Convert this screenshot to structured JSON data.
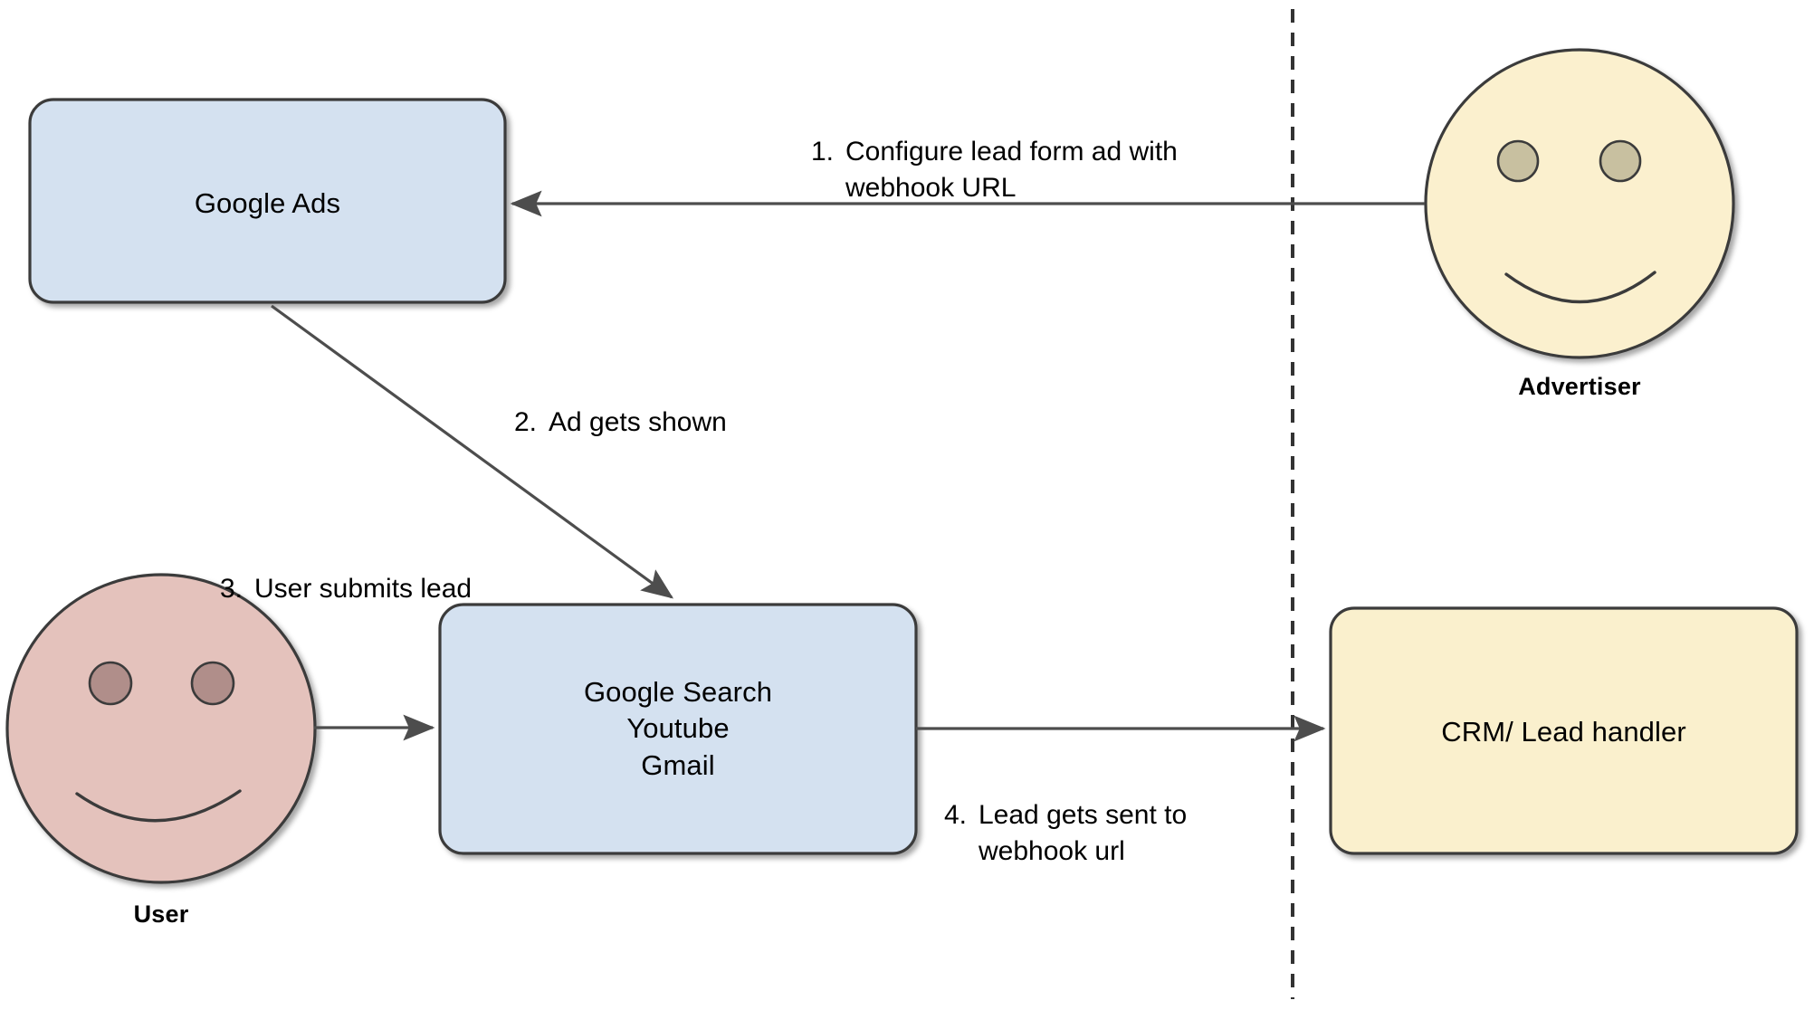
{
  "diagram": {
    "title": "Google Ads lead form webhook flow",
    "background": "#ffffff",
    "divider": {
      "name": "google-boundary-divider",
      "style": "dashed",
      "color": "#333333"
    },
    "colors": {
      "box_blue_fill": "#D4E1F0",
      "box_blue_stroke": "#3A3A3A",
      "box_cream_fill": "#FAF0CD",
      "box_cream_stroke": "#3A3A3A",
      "actor_cream_fill": "#FBF0CE",
      "actor_cream_eye": "#C8C0A0",
      "actor_pink_fill": "#E4C2BC",
      "actor_pink_eye": "#B08E8A",
      "edge_stroke": "#4D4D4D",
      "text": "#000000"
    }
  },
  "nodes": {
    "google_ads": {
      "label": "Google Ads",
      "shape": "rounded-rectangle",
      "fill": "#D4E1F0"
    },
    "google_surfaces": {
      "label": "Google Search\nYoutube\nGmail",
      "lines": [
        "Google Search",
        "Youtube",
        "Gmail"
      ],
      "shape": "rounded-rectangle",
      "fill": "#D4E1F0"
    },
    "crm": {
      "label": "CRM/ Lead handler",
      "shape": "rounded-rectangle",
      "fill": "#FAF0CD"
    },
    "advertiser": {
      "label": "Advertiser",
      "shape": "actor-smiley",
      "fill": "#FBF0CE"
    },
    "user": {
      "label": "User",
      "shape": "actor-smiley",
      "fill": "#E4C2BC"
    }
  },
  "edges": {
    "step1": {
      "number": "1.",
      "text": "Configure lead form ad with\nwebhook URL",
      "line1": "Configure lead form ad with",
      "line2": "webhook URL",
      "from": "advertiser",
      "to": "google_ads"
    },
    "step2": {
      "number": "2.",
      "text": "Ad gets shown",
      "line1": "Ad gets shown",
      "from": "google_ads",
      "to": "google_surfaces"
    },
    "step3": {
      "number": "3.",
      "text": "User submits lead",
      "line1": "User submits lead",
      "from": "user",
      "to": "google_surfaces"
    },
    "step4": {
      "number": "4.",
      "text": "Lead gets sent to\nwebhook url",
      "line1": "Lead gets sent to",
      "line2": "webhook url",
      "from": "google_surfaces",
      "to": "crm"
    }
  }
}
